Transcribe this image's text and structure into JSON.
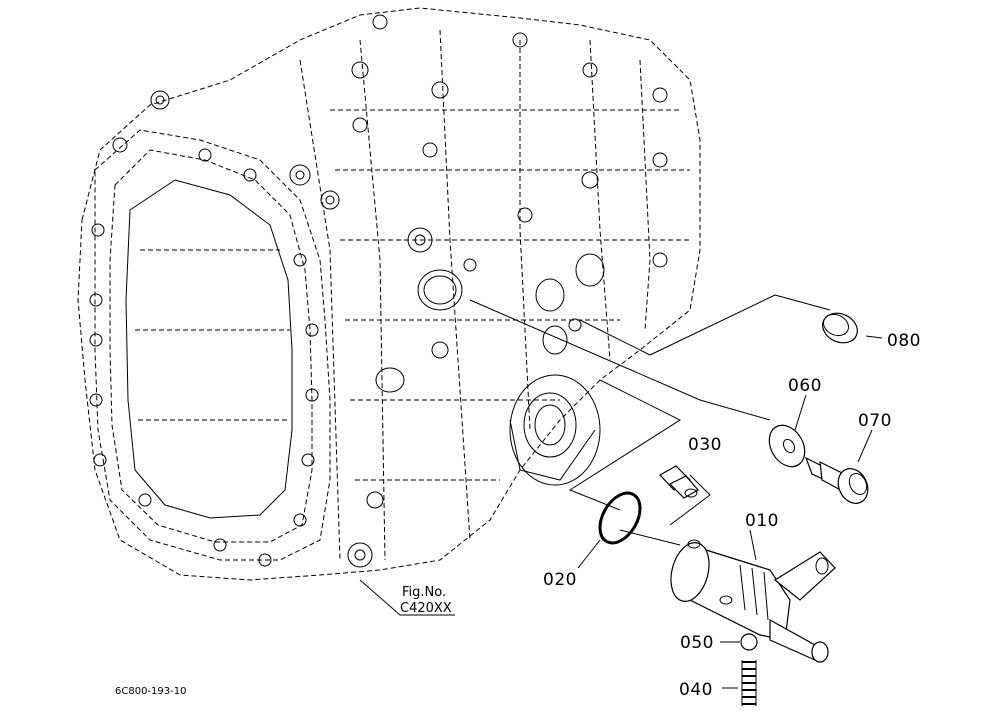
{
  "callouts": {
    "p010": "010",
    "p020": "020",
    "p030": "030",
    "p040": "040",
    "p050": "050",
    "p060": "060",
    "p070": "070",
    "p080": "080"
  },
  "figure_ref": {
    "line1": "Fig.No.",
    "line2": "C420XX"
  },
  "doc_id": "6C800-193-10"
}
